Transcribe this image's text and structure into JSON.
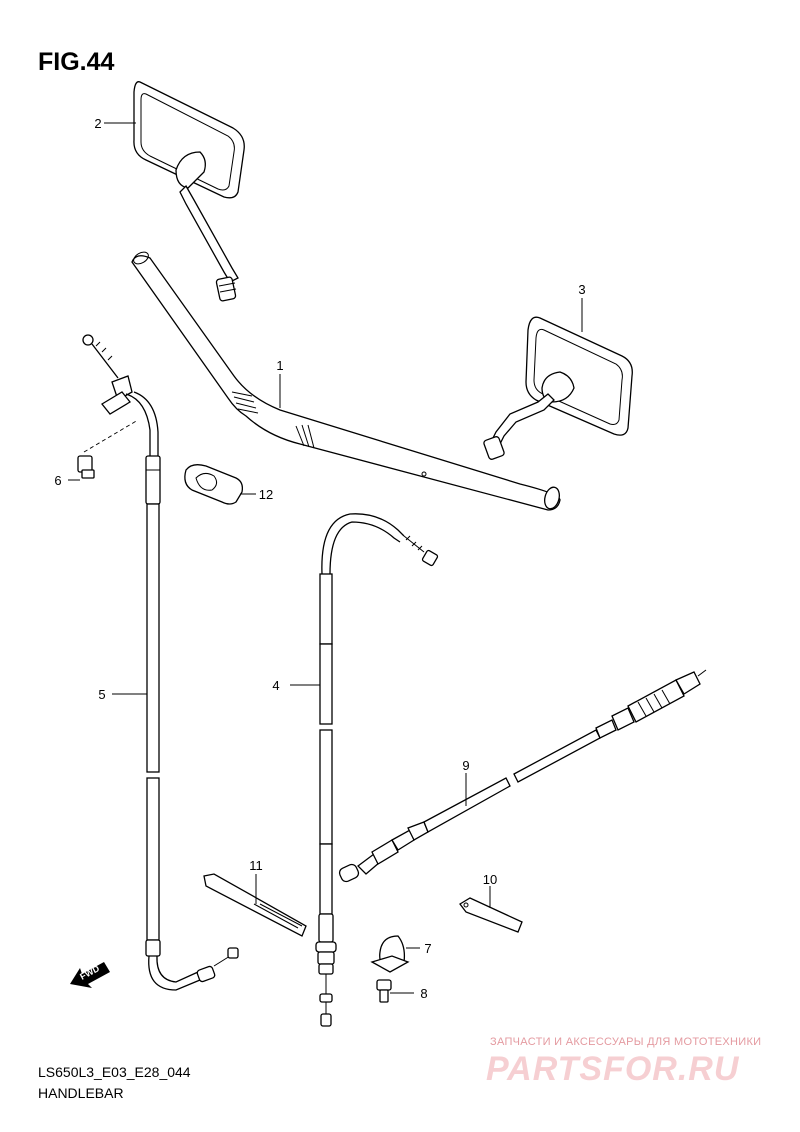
{
  "figure": {
    "title": "FIG.44"
  },
  "footer": {
    "code": "LS650L3_E03_E28_044",
    "caption": "HANDLEBAR"
  },
  "watermark": {
    "line1": "ЗАПЧАСТИ И АКСЕССУАРЫ ДЛЯ МОТОТЕХНИКИ",
    "line2": "PARTSFOR.RU"
  },
  "direction_marker": {
    "label": "FWD"
  },
  "callouts": [
    {
      "id": "1",
      "part": "handlebar"
    },
    {
      "id": "2",
      "part": "mirror-left"
    },
    {
      "id": "3",
      "part": "mirror-right"
    },
    {
      "id": "4",
      "part": "throttle-cable-2"
    },
    {
      "id": "5",
      "part": "throttle-cable-1"
    },
    {
      "id": "6",
      "part": "bolt"
    },
    {
      "id": "7",
      "part": "cable-clamp"
    },
    {
      "id": "8",
      "part": "clamp-bolt"
    },
    {
      "id": "9",
      "part": "clutch-cable"
    },
    {
      "id": "10",
      "part": "cable-guide"
    },
    {
      "id": "11",
      "part": "cable-tie"
    },
    {
      "id": "12",
      "part": "cable-holder"
    }
  ]
}
